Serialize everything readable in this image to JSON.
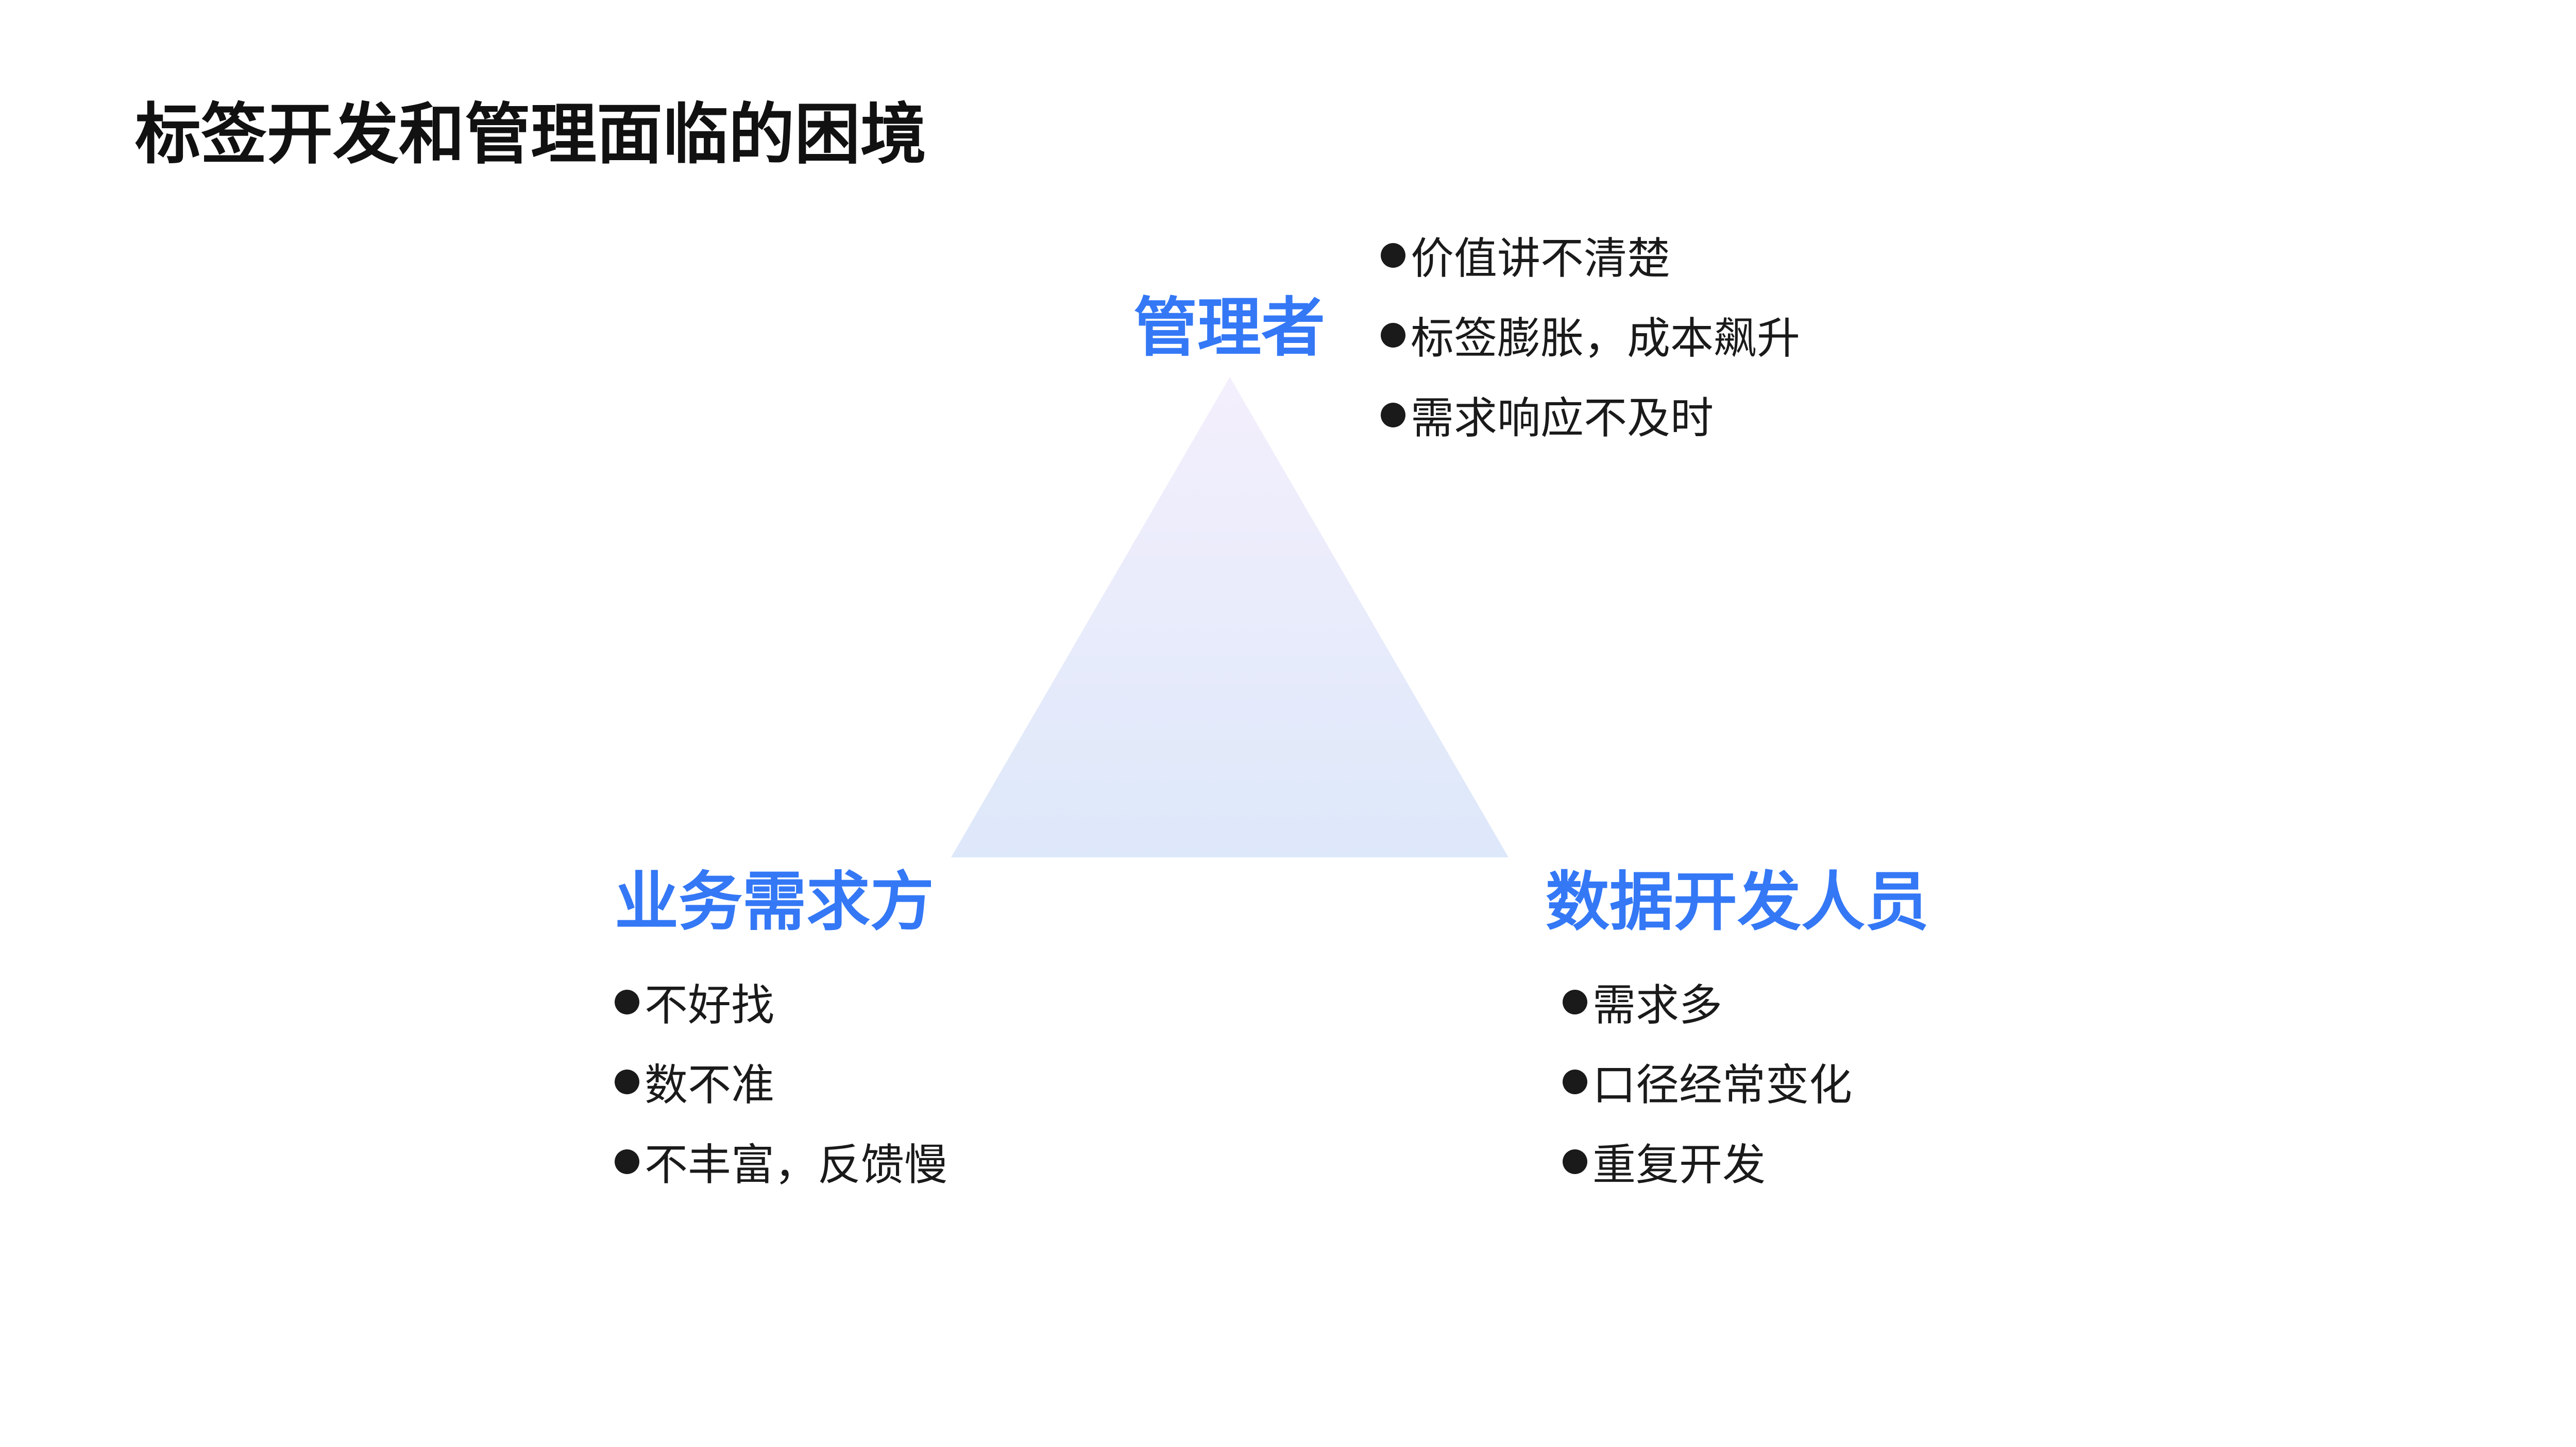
{
  "title": "标签开发和管理面临的困境",
  "roles": {
    "manager": {
      "label": "管理者",
      "points": [
        "价值讲不清楚",
        "标签膨胀，成本飙升",
        "需求响应不及时"
      ]
    },
    "business": {
      "label": "业务需求方",
      "points": [
        "不好找",
        "数不准",
        "不丰富，反馈慢"
      ]
    },
    "developer": {
      "label": "数据开发人员",
      "points": [
        "需求多",
        "口径经常变化",
        "重复开发"
      ]
    }
  },
  "colors": {
    "accent": "#3478f6",
    "triangle_top": "#f3eefb",
    "triangle_bottom": "#dde8fa"
  }
}
